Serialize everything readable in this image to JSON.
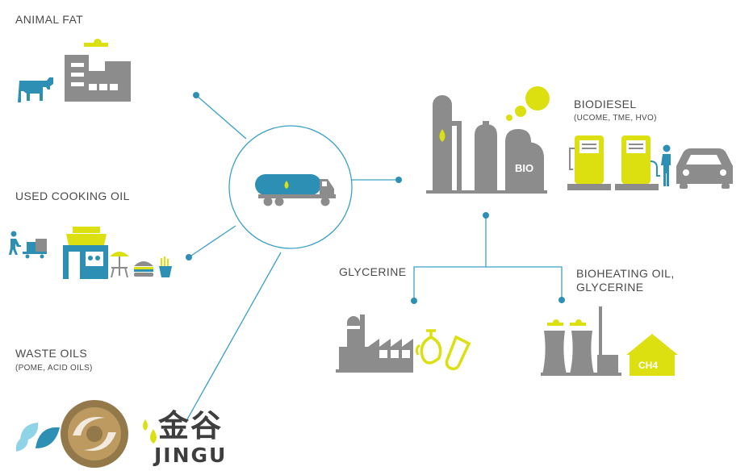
{
  "sources": {
    "animal_fat": {
      "label": "ANIMAL FAT"
    },
    "used_cooking_oil": {
      "label": "USED COOKING OIL"
    },
    "waste_oils": {
      "label": "WASTE OILS",
      "sublabel": "(POME, ACID OILS)"
    }
  },
  "truck": {
    "tank_icon": "oil-drop-icon"
  },
  "plant": {
    "tag": "BIO"
  },
  "outputs": {
    "biodiesel": {
      "label": "BIODIESEL",
      "sublabel": "(UCOME, TME, HVO)"
    },
    "glycerine": {
      "label": "GLYCERINE"
    },
    "bioheating": {
      "line1": "BIOHEATING OIL,",
      "line2": "GLYCERINE",
      "house_tag": "CH4"
    }
  },
  "logo": {
    "cjk": "金谷",
    "word": "JINGU"
  },
  "colors": {
    "accent": "#dce011",
    "teal": "#2e8fb5",
    "gray": "#8c8c8c",
    "line": "#3aa0c8"
  }
}
